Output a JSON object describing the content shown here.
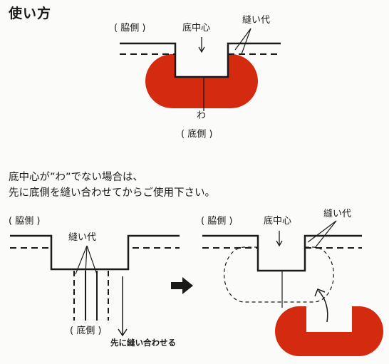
{
  "heading": "使い方",
  "top": {
    "side_label": "( 脇側 )",
    "center_label": "底中心",
    "seam_label": "縫い代",
    "wa_label": "わ",
    "bottom_label": "( 底側 )"
  },
  "note": {
    "line1": "底中心が”わ”でない場合は、",
    "line2": "先に底側を縫い合わせてからご使用下さい。"
  },
  "left": {
    "side_label": "( 脇側 )",
    "seam_label": "縫い代",
    "bottom_label": "( 底側 )",
    "sew_first_label": "先に縫い合わせる"
  },
  "right": {
    "side_label": "( 脇側 )",
    "center_label": "底中心",
    "seam_label": "縫い代"
  },
  "colors": {
    "red": "#d42a10",
    "ink": "#1a1a1a"
  }
}
